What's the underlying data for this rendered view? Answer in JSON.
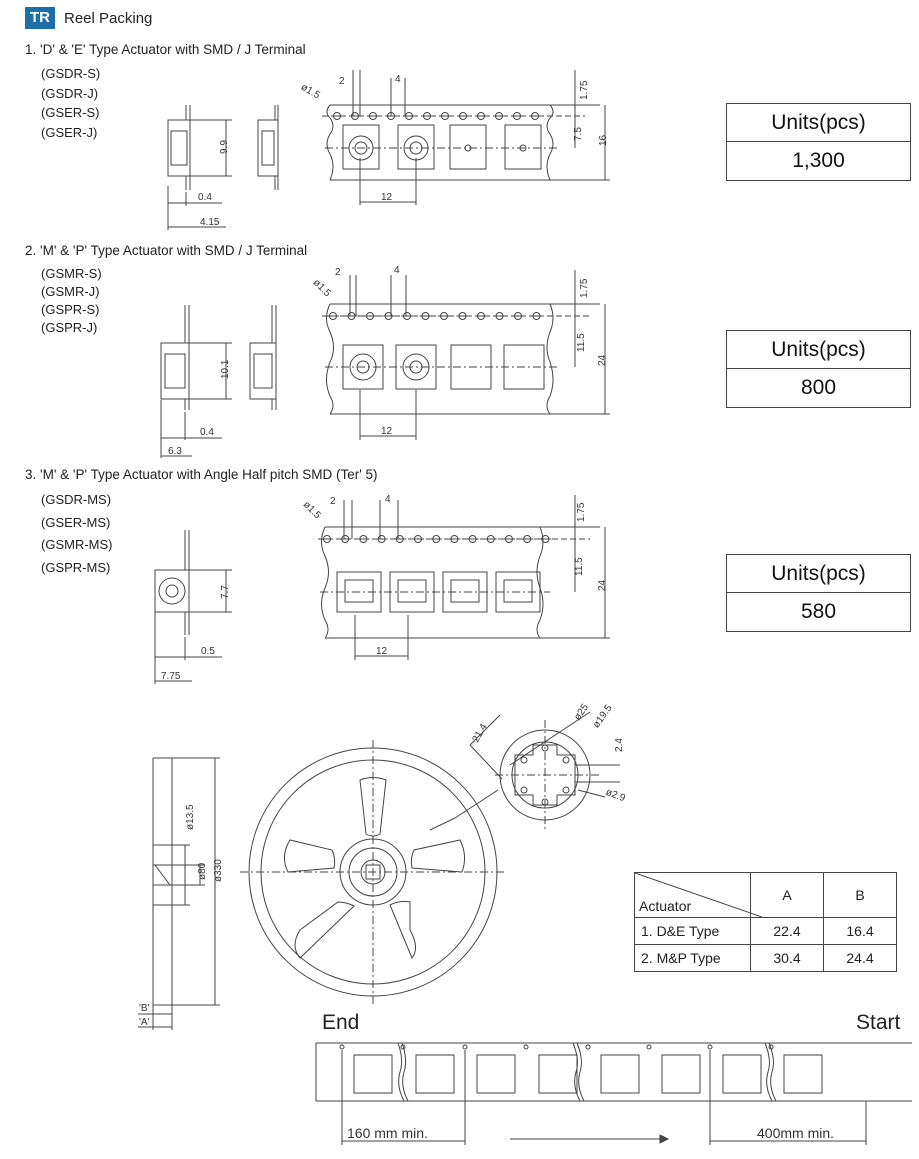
{
  "header": {
    "badge": "TR",
    "title": "Reel Packing"
  },
  "sections": [
    {
      "title": "1. 'D' & 'E' Type Actuator with SMD / J Terminal",
      "models": [
        "(GSDR-S)",
        "(GSDR-J)",
        "(GSER-S)",
        "(GSER-J)"
      ],
      "units_label": "Units(pcs)",
      "units_value": "1,300",
      "dims": {
        "d1": "9.9",
        "d2": "0.4",
        "d3": "4.15",
        "pitch2": "2",
        "pitch4": "4",
        "hole": "ø1.5",
        "edge": "1.75",
        "half": "7.5",
        "width": "16",
        "pitch12": "12"
      }
    },
    {
      "title": "2. 'M' & 'P' Type Actuator with SMD / J Terminal",
      "models": [
        "(GSMR-S)",
        "(GSMR-J)",
        "(GSPR-S)",
        "(GSPR-J)"
      ],
      "units_label": "Units(pcs)",
      "units_value": "800",
      "dims": {
        "d1": "10.1",
        "d2": "0.4",
        "d3": "6.3",
        "pitch2": "2",
        "pitch4": "4",
        "hole": "ø1.5",
        "edge": "1.75",
        "half": "11.5",
        "width": "24",
        "pitch12": "12"
      }
    },
    {
      "title": "3. 'M' & 'P' Type Actuator with Angle Half pitch SMD (Ter' 5)",
      "models": [
        "(GSDR-MS)",
        "(GSER-MS)",
        "(GSMR-MS)",
        "(GSPR-MS)"
      ],
      "units_label": "Units(pcs)",
      "units_value": "580",
      "dims": {
        "d1": "7.7",
        "d2": "0.5",
        "d3": "7.75",
        "pitch2": "2",
        "pitch4": "4",
        "hole": "ø1.5",
        "edge": "1.75",
        "half": "11.5",
        "width": "24",
        "pitch12": "12"
      }
    }
  ],
  "reel": {
    "dim_135": "ø13.5",
    "dim_80": "ø80",
    "dim_330": "ø330",
    "label_b": "'B'",
    "label_a": "'A'",
    "hub_214": "21.4",
    "hub_25": "ø25",
    "hub_195": "ø19.5",
    "hub_24": "2.4",
    "hub_29": "ø2.9"
  },
  "ab_table": {
    "corner_label": "Actuator",
    "col_a": "A",
    "col_b": "B",
    "rows": [
      {
        "name": "1. D&E Type",
        "a": "22.4",
        "b": "16.4"
      },
      {
        "name": "2. M&P Type",
        "a": "30.4",
        "b": "24.4"
      }
    ]
  },
  "tape_strip": {
    "end_label": "End",
    "start_label": "Start",
    "dim_left": "160 mm min.",
    "dim_right": "400mm min."
  },
  "colors": {
    "badge": "#1e6fa8",
    "line": "#444444"
  }
}
